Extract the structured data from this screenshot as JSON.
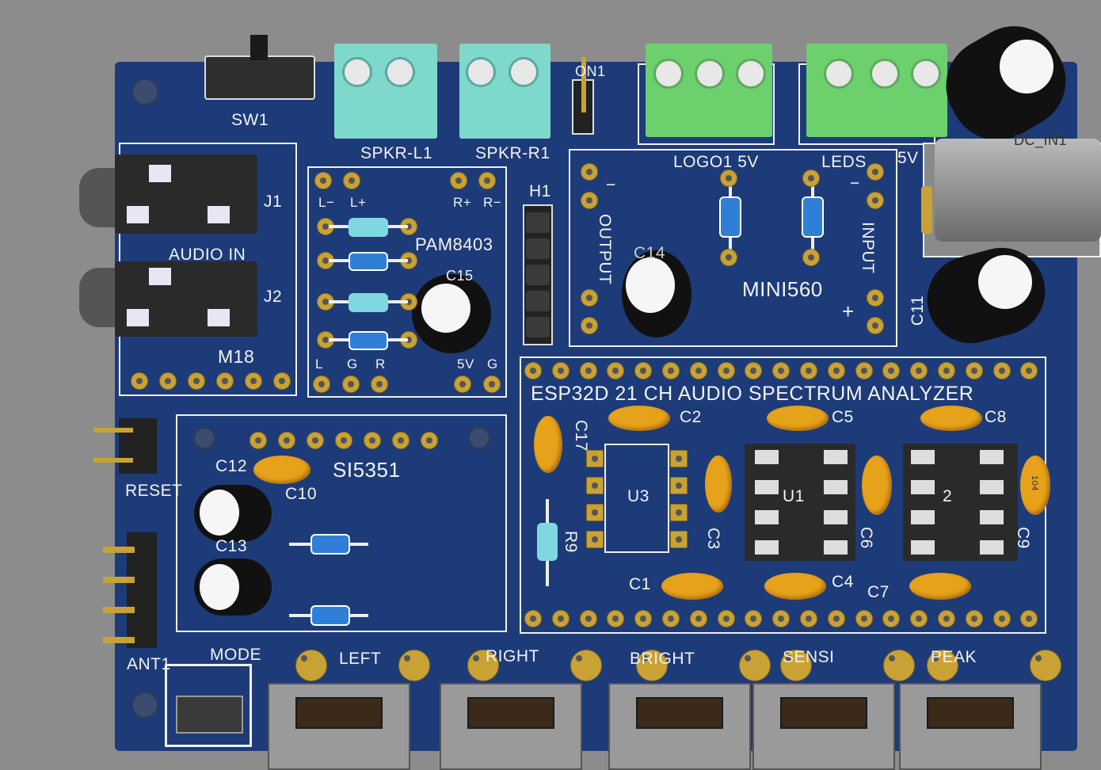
{
  "labels": {
    "sw1": "SW1",
    "spkr_l1": "SPKR-L1",
    "spkr_r1": "SPKR-R1",
    "on1": "ON1",
    "logo1": "LOGO1  5V",
    "leds": "LEDS",
    "leds_5v": "5V",
    "dc_in": "DC_IN1",
    "j1": "J1",
    "audio_in": "AUDIO IN",
    "j2": "J2",
    "m18": "M18",
    "l_minus": "L−",
    "l_plus": "L+",
    "r_plus": "R+",
    "r_minus": "R−",
    "pam8403": "PAM8403",
    "c15": "C15",
    "l": "L",
    "g": "G",
    "r": "R",
    "v5": "5V",
    "g2": "G",
    "h1": "H1",
    "output": "OUTPUT",
    "minus_out": "−",
    "minus_in": "−",
    "plus_in": "+",
    "c14": "C14",
    "mini560": "MINI560",
    "input": "INPUT",
    "c11": "C11",
    "reset": "RESET",
    "c12": "C12",
    "si5351": "SI5351",
    "c10": "C10",
    "c13": "C13",
    "esp_title": "ESP32D  21 CH  AUDIO  SPECTRUM  ANALYZER",
    "c17": "C17",
    "c2": "C2",
    "c5": "C5",
    "c8": "C8",
    "u3": "U3",
    "c3": "C3",
    "u1": "U1",
    "c6": "C6",
    "u2": "2",
    "c9": "C9",
    "r9": "R9",
    "c1": "C1",
    "c4": "C4",
    "c7": "C7",
    "cap_104": "104",
    "ant1": "ANT1",
    "mode": "MODE",
    "left": "LEFT",
    "right": "RIGHT",
    "bright": "BRIGHT",
    "sensi": "SENSI",
    "peak": "PEAK"
  },
  "colors": {
    "board": "#1d3b78",
    "background": "#8c8c8c",
    "silkscreen": "#f2f2f2",
    "pad": "#c9a236",
    "terminal_cyan": "#7fd8cc",
    "terminal_green": "#6cd06c",
    "ceramic_cap": "#e6a21a"
  }
}
